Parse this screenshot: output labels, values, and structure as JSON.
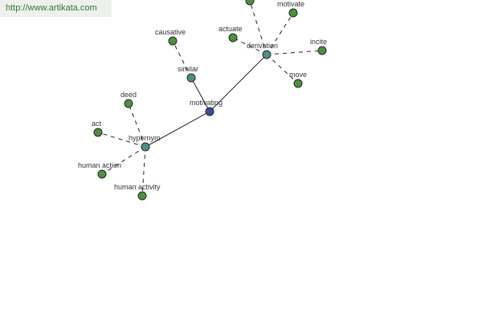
{
  "watermark": "http://www.artikata.com",
  "colors": {
    "root": "#3d4aa3",
    "relation": "#4f8f8a",
    "leaf": "#4f8f3f",
    "edge": "#222222",
    "label": "#333333"
  },
  "nodes": [
    {
      "id": "motivating",
      "label": "motivating",
      "kind": "root"
    },
    {
      "id": "similar",
      "label": "similar",
      "kind": "relation"
    },
    {
      "id": "hypernym",
      "label": "hypernym",
      "kind": "relation"
    },
    {
      "id": "derivation",
      "label": "derivation",
      "kind": "relation"
    },
    {
      "id": "causative",
      "label": "causative",
      "kind": "leaf"
    },
    {
      "id": "deed",
      "label": "deed",
      "kind": "leaf"
    },
    {
      "id": "act",
      "label": "act",
      "kind": "leaf"
    },
    {
      "id": "human_action",
      "label": "human action",
      "kind": "leaf"
    },
    {
      "id": "human_activity",
      "label": "human activity",
      "kind": "leaf"
    },
    {
      "id": "actuate",
      "label": "actuate",
      "kind": "leaf"
    },
    {
      "id": "motivate",
      "label": "motivate",
      "kind": "leaf"
    },
    {
      "id": "incite",
      "label": "incite",
      "kind": "leaf"
    },
    {
      "id": "move",
      "label": "move",
      "kind": "leaf"
    },
    {
      "id": "offscreen_top",
      "label": "",
      "kind": "leaf"
    }
  ],
  "edges": [
    {
      "from": "motivating",
      "to": "similar",
      "style": "solid"
    },
    {
      "from": "motivating",
      "to": "hypernym",
      "style": "solid"
    },
    {
      "from": "motivating",
      "to": "derivation",
      "style": "solid"
    },
    {
      "from": "similar",
      "to": "causative",
      "style": "dashed"
    },
    {
      "from": "hypernym",
      "to": "deed",
      "style": "dashed"
    },
    {
      "from": "hypernym",
      "to": "act",
      "style": "dashed"
    },
    {
      "from": "hypernym",
      "to": "human_action",
      "style": "dashed"
    },
    {
      "from": "hypernym",
      "to": "human_activity",
      "style": "dashed"
    },
    {
      "from": "derivation",
      "to": "actuate",
      "style": "dashed"
    },
    {
      "from": "derivation",
      "to": "motivate",
      "style": "dashed"
    },
    {
      "from": "derivation",
      "to": "incite",
      "style": "dashed"
    },
    {
      "from": "derivation",
      "to": "move",
      "style": "dashed"
    },
    {
      "from": "derivation",
      "to": "offscreen_top",
      "style": "dashed"
    }
  ]
}
